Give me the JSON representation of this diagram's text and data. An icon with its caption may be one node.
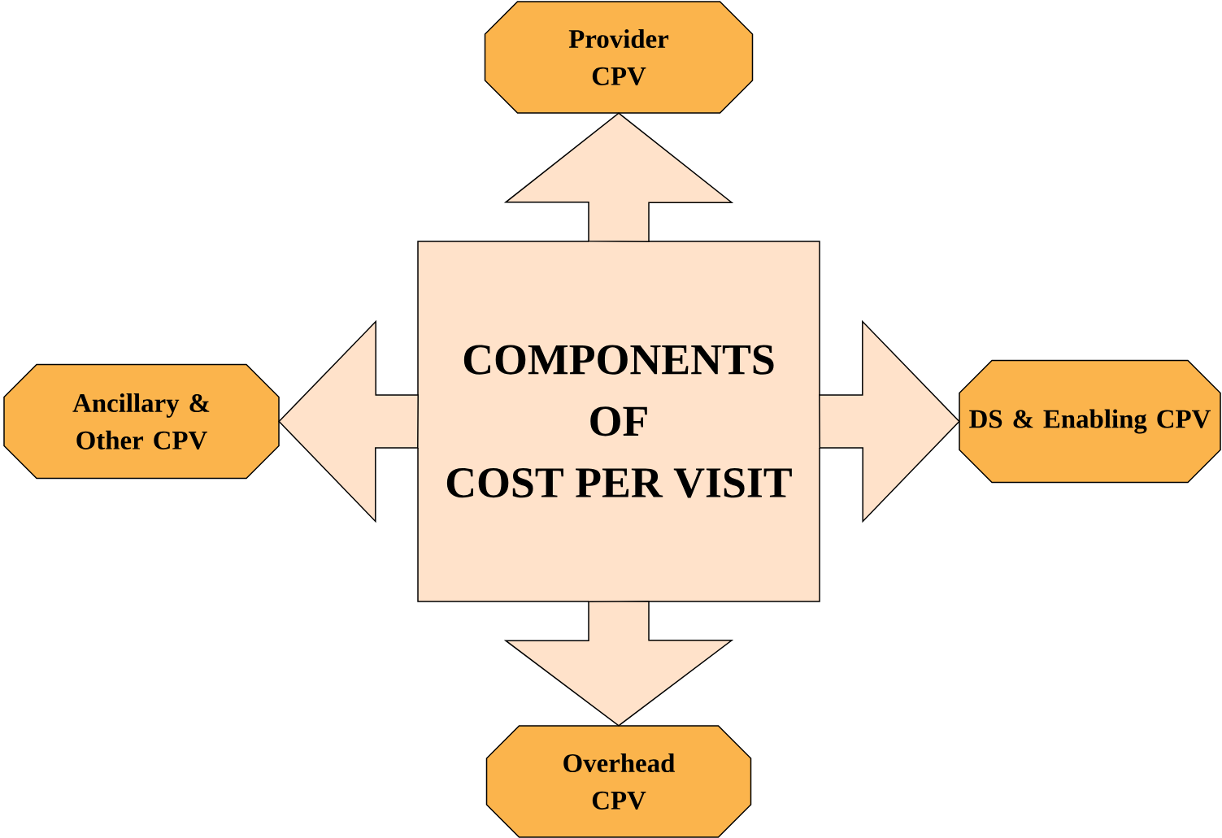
{
  "diagram": {
    "nodes": [
      {
        "text": [
          "COMPONENTS OF COST PER VISIT"
        ]
      },
      {
        "text": [
          "Provider CPV"
        ]
      },
      {
        "text": [
          "Ancillary & Other CPV"
        ]
      },
      {
        "text": [
          "DS & Enabling CPV"
        ]
      },
      {
        "text": [
          "Overhead CPV"
        ]
      }
    ],
    "edges": [
      {
        "from": 0,
        "to": 1,
        "arrow": "to"
      },
      {
        "from": 0,
        "to": 2,
        "arrow": "to"
      },
      {
        "from": 0,
        "to": 3,
        "arrow": "to"
      },
      {
        "from": 0,
        "to": 4,
        "arrow": "to"
      }
    ]
  }
}
